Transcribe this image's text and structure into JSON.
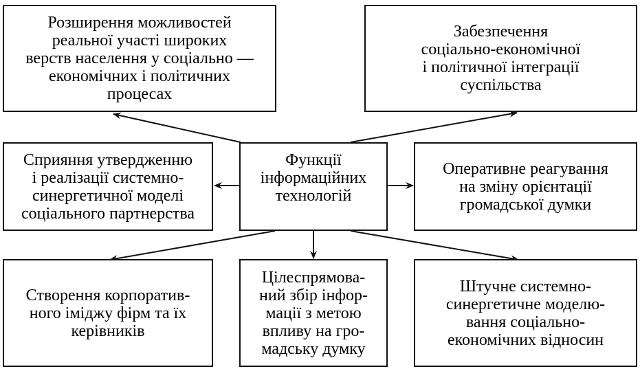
{
  "center": {
    "lines": [
      "Функції",
      "інформаційних",
      "технологій"
    ]
  },
  "functions": [
    {
      "id": "top-left",
      "lines": [
        "Розширення можливостей",
        "реальної участі широких",
        "верств населення у соціально —",
        "економічних і політичних",
        "процесах"
      ]
    },
    {
      "id": "top-right",
      "lines": [
        "Забезпечення",
        "соціально-економічної",
        "і політичної інтеграції",
        "суспільства"
      ]
    },
    {
      "id": "middle-left",
      "lines": [
        "Сприяння утвердженню",
        "і реалізації системно-",
        "синергетичної моделі",
        "соціального партнерства"
      ]
    },
    {
      "id": "middle-right",
      "lines": [
        "Оперативне реагування",
        "на зміну орієнтації",
        "громадської думки"
      ]
    },
    {
      "id": "bottom-left",
      "lines": [
        "Створення корпоратив-",
        "ного іміджу фірм та їх",
        "керівників"
      ]
    },
    {
      "id": "bottom-center",
      "lines": [
        "Цілеспрямова-",
        "ний збір інфор-",
        "мації з метою",
        "впливу на гро-",
        "мадську думку"
      ]
    },
    {
      "id": "bottom-right",
      "lines": [
        "Штучне системно-",
        "синергетичне моделю-",
        "вання соціально-",
        "економічних відносин"
      ]
    }
  ]
}
